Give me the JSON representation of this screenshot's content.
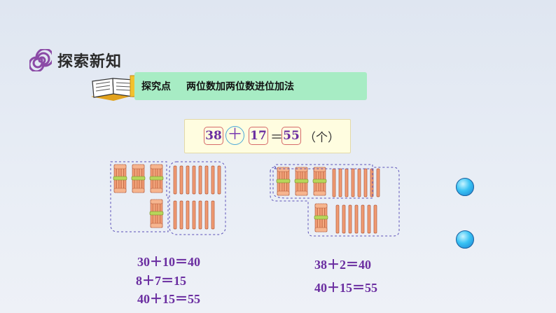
{
  "section_title": "探索新知",
  "banner": {
    "label": "探究点",
    "title": "两位数加两位数进位加法"
  },
  "equation": {
    "a": "38",
    "op": "＋",
    "b": "17",
    "eq": "＝",
    "result": "55",
    "unit": "（个）"
  },
  "method_left": {
    "steps": [
      "30＋10＝40",
      "8＋7＝15",
      "40＋15＝55"
    ]
  },
  "method_right": {
    "steps": [
      "38＋2＝40",
      "40＋15＝55"
    ]
  },
  "colors": {
    "banner_bg": "#a7ecc4",
    "text_purple": "#6a2da0",
    "stick_orange": "#f09a72",
    "dash_outline": "#5a4fb8"
  }
}
